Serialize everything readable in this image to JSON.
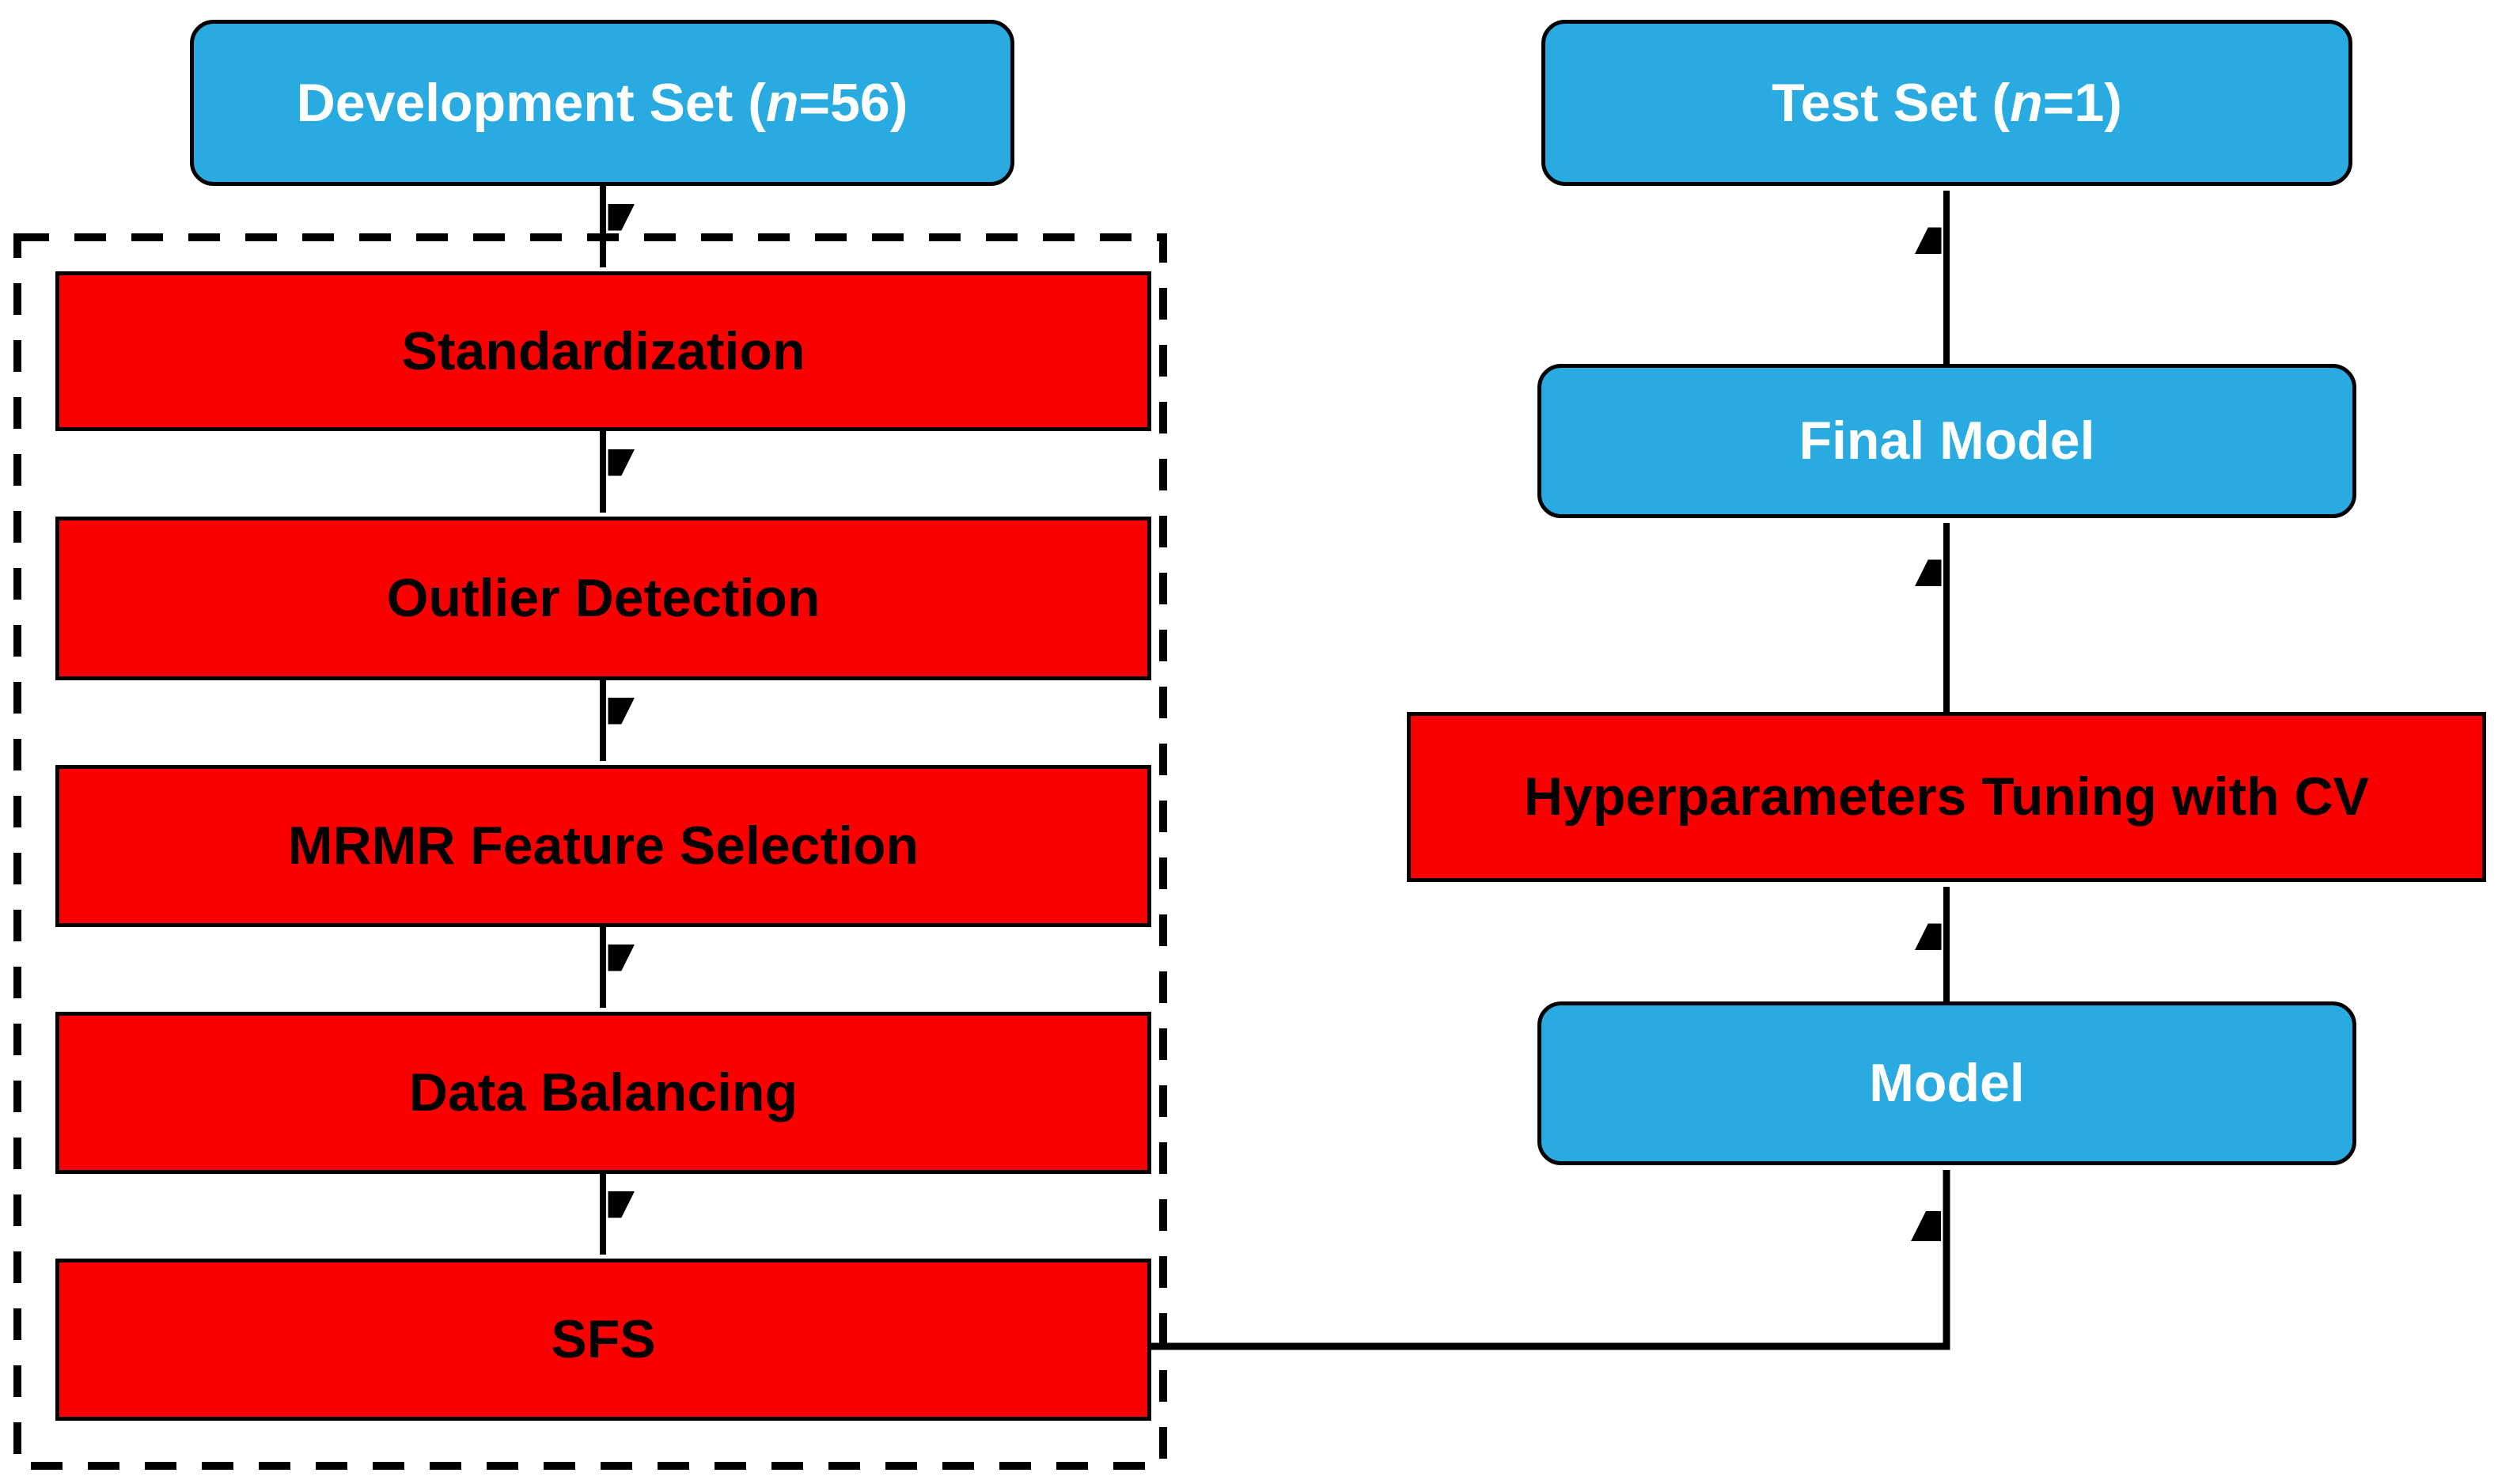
{
  "diagram": {
    "title": "Machine learning pipeline flowchart",
    "colors": {
      "box_blue": "#29ABE2",
      "box_red": "#FA0000",
      "border": "#000000",
      "line": "#000000",
      "text_on_blue": "#FFFFFF",
      "text_on_red": "#000000",
      "background": "#FFFFFF"
    },
    "left_column": {
      "development_set": {
        "prefix": "Development Set (",
        "n": "n",
        "suffix": "=56)"
      },
      "pipeline_steps": [
        "Standardization",
        "Outlier Detection",
        "MRMR Feature Selection",
        "Data Balancing",
        "SFS"
      ]
    },
    "right_column": {
      "test_set": {
        "prefix": "Test Set (",
        "n": "n",
        "suffix": "=1)"
      },
      "final_model": "Final Model",
      "hyperparameters": "Hyperparameters Tuning with CV",
      "model": "Model"
    },
    "flow": [
      "Development Set -> Standardization -> Outlier Detection -> MRMR Feature Selection -> Data Balancing -> SFS",
      "SFS -> Model -> Hyperparameters Tuning with CV -> Final Model -> Test Set"
    ]
  }
}
